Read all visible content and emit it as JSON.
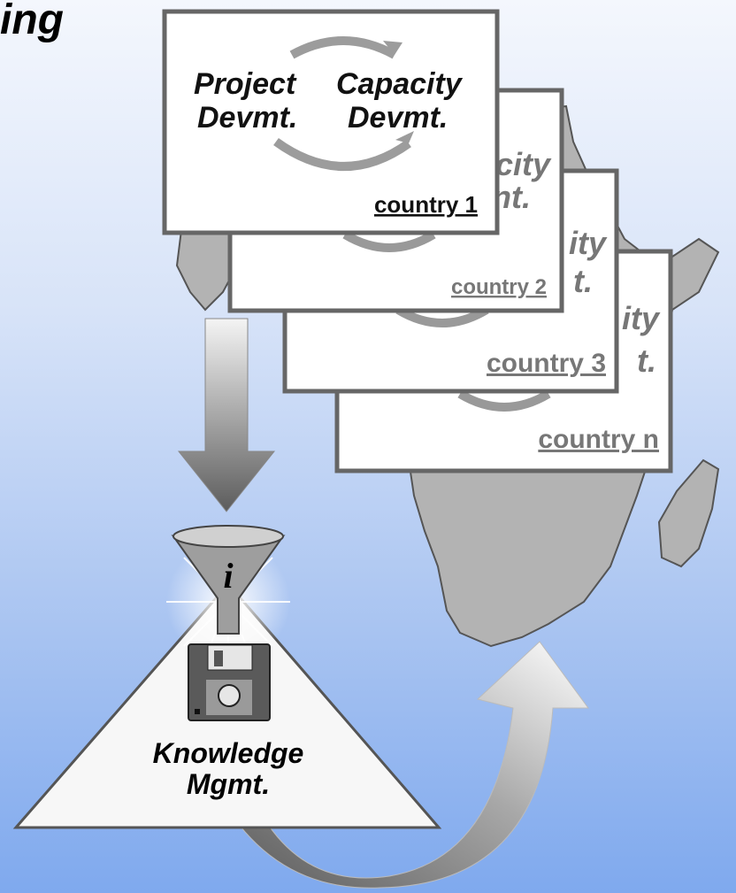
{
  "header": {
    "title_fragment": "ing"
  },
  "cards": [
    {
      "line1_left": "Project",
      "line1_right": "Capacity",
      "line2_left": "Devmt.",
      "line2_right": "Devmt.",
      "country": "country 1"
    },
    {
      "peek_line1": "city",
      "peek_line2": "nt.",
      "country": "country 2"
    },
    {
      "peek_line1": "ity",
      "peek_line2": "t.",
      "country": "country 3"
    },
    {
      "peek_line1": "ity",
      "peek_line2": "t.",
      "country": "country n"
    }
  ],
  "funnel": {
    "symbol": "i"
  },
  "knowledge": {
    "line1": "Knowledge",
    "line2": "Mgmt."
  },
  "colors": {
    "map": "#b3b3b3",
    "map_outline": "#555555",
    "card_border": "#666666",
    "text_dark": "#111111",
    "text_gray": "#777777"
  },
  "icons": [
    "africa-map",
    "cycle-arrows",
    "down-arrow",
    "funnel-icon",
    "floppy-disk-icon",
    "curved-return-arrow"
  ]
}
